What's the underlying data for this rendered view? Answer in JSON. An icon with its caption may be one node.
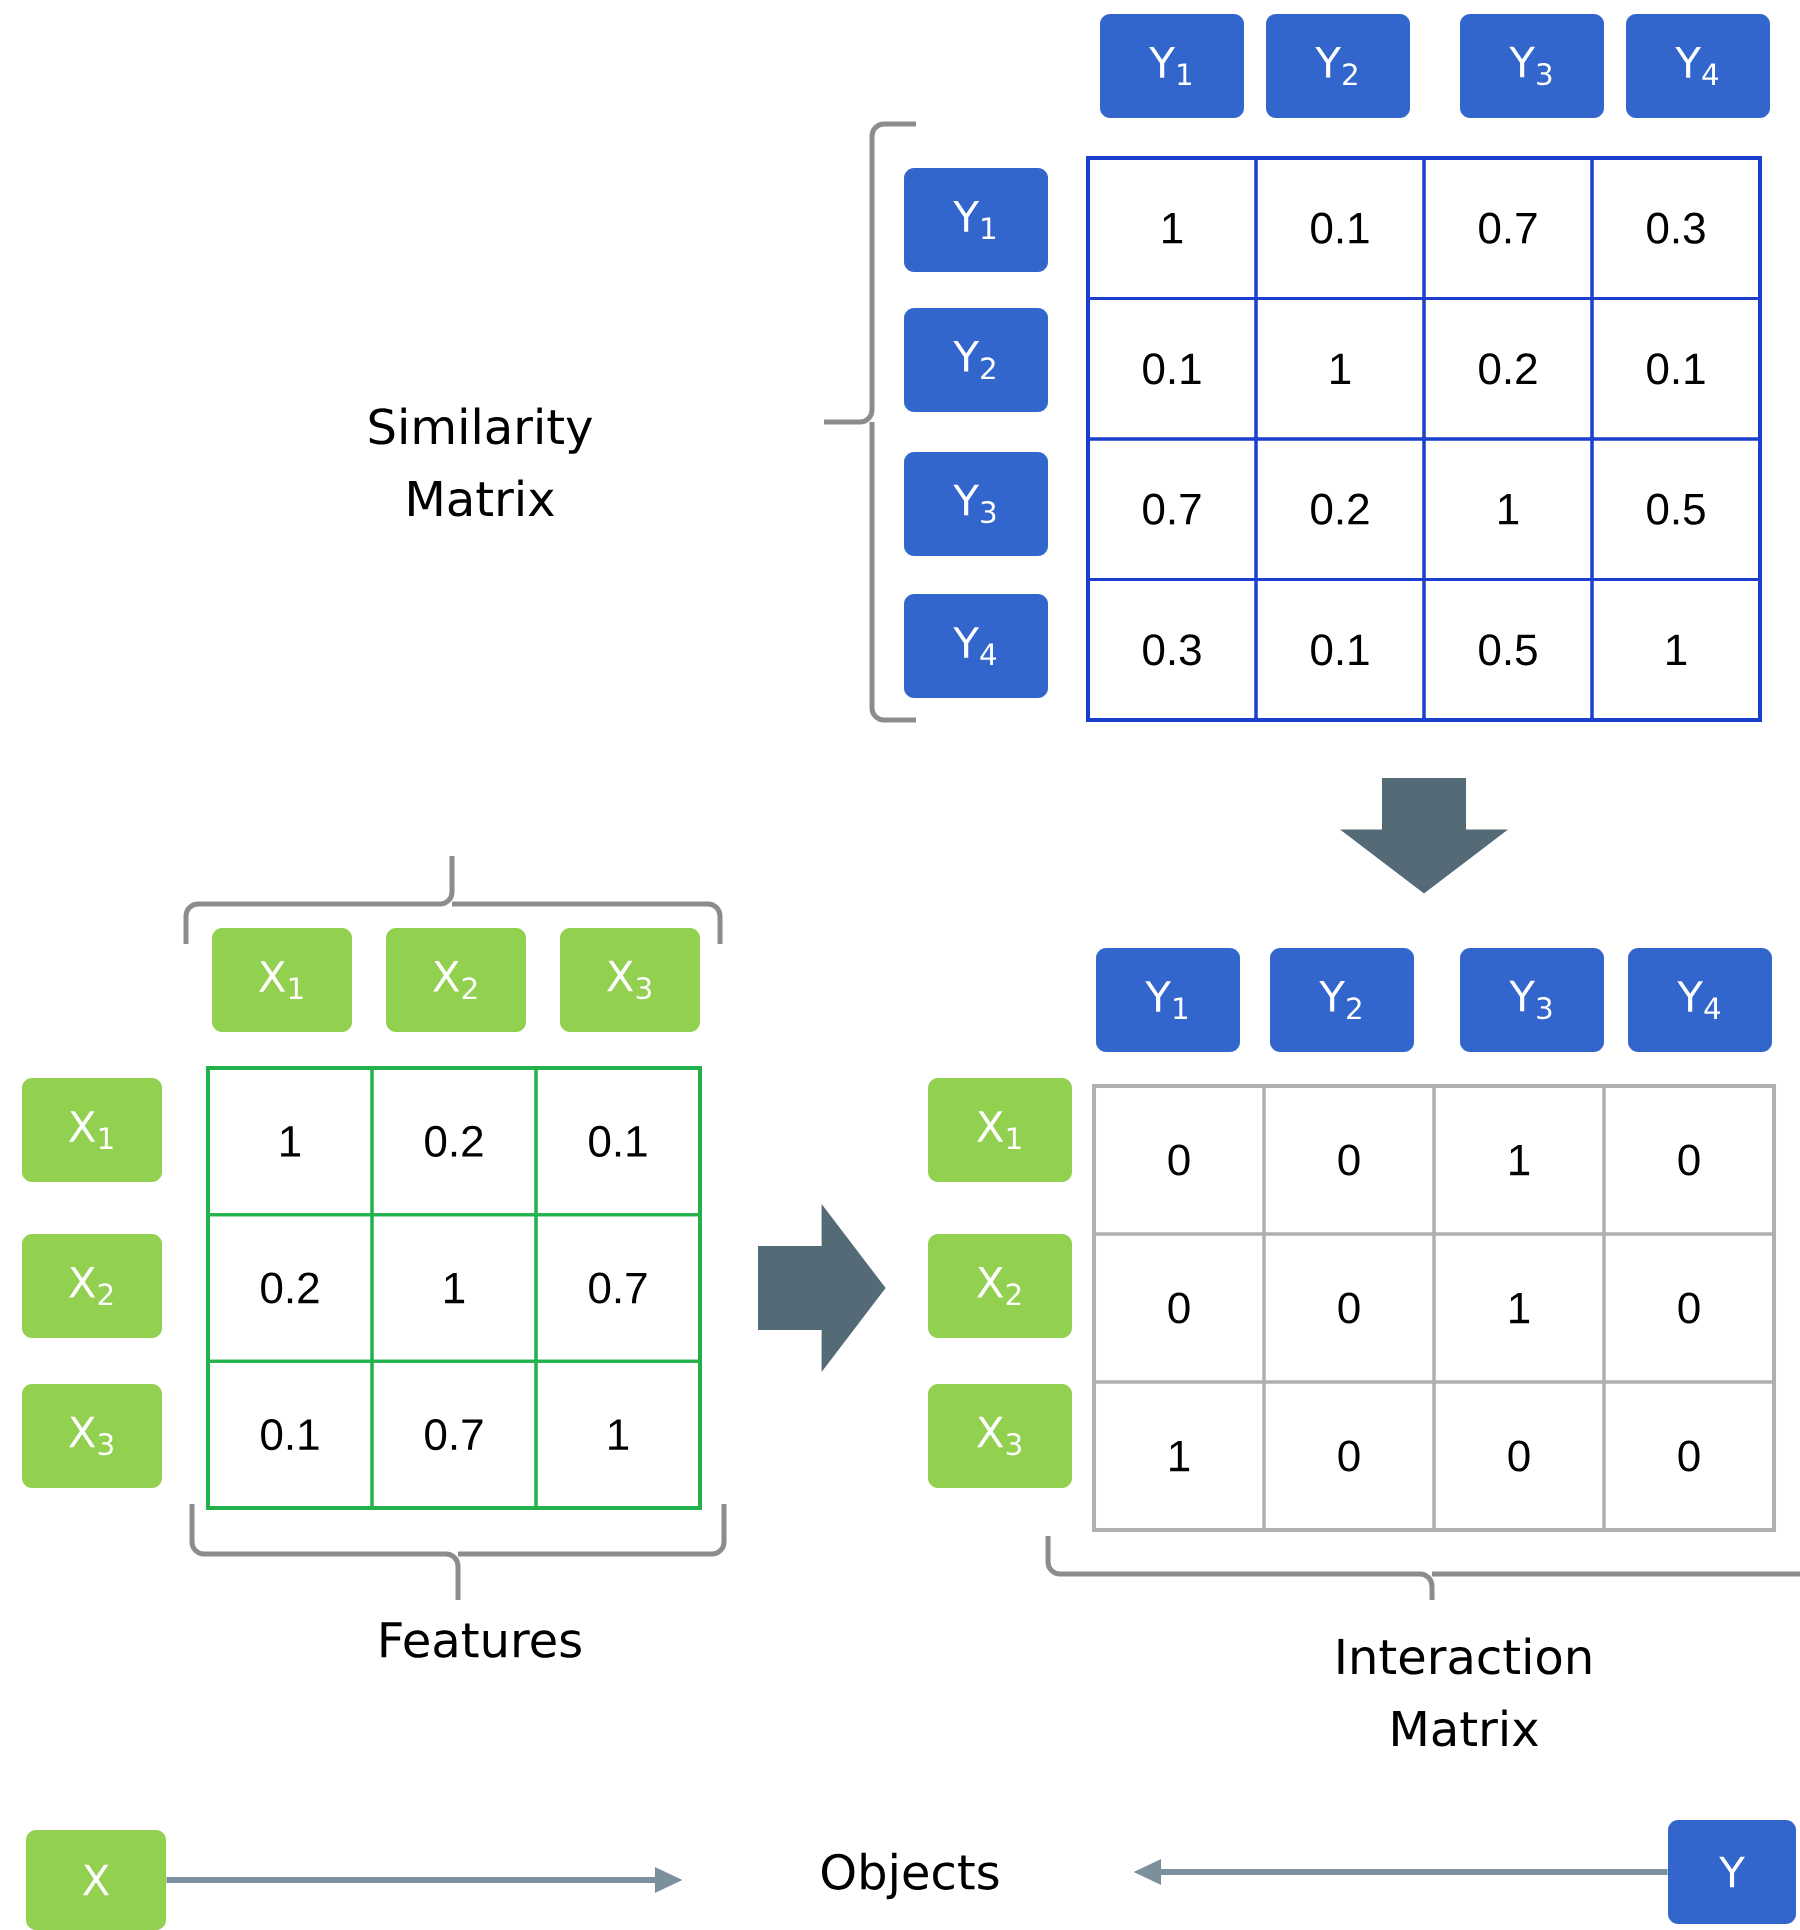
{
  "diagram": {
    "nodes": [
      {
        "text": [
          "Y$_{1}$"
        ]
      },
      {
        "text": [
          "Y$_{2}$"
        ]
      },
      {
        "text": [
          "Y$_{3}$"
        ]
      },
      {
        "text": [
          "Y$_{4}$"
        ]
      },
      {
        "text": [
          "Y$_{1}$"
        ]
      },
      {
        "text": [
          "Y$_{2}$"
        ]
      },
      {
        "text": [
          "Y$_{3}$"
        ]
      },
      {
        "text": [
          "Y$_{4}$"
        ]
      },
      {
        "text": [],
        "shape": "box"
      },
      {
        "text": [
          "X$_{1}$"
        ]
      },
      {
        "text": [
          "X$_{2}$"
        ]
      },
      {
        "text": [
          "X$_{3}$"
        ]
      },
      {
        "text": [
          "X$_{1}$"
        ]
      },
      {
        "text": [
          "X$_{2}$"
        ]
      },
      {
        "text": [
          "X$_{3}$"
        ]
      },
      {
        "text": [],
        "shape": "box",
        "beside": [
          "Features"
        ]
      },
      {
        "text": [
          "Y$_{1}$"
        ]
      },
      {
        "text": [
          "Y$_{2}$"
        ]
      },
      {
        "text": [
          "Y$_{3}$"
        ]
      },
      {
        "text": [
          "Y$_{4}$"
        ]
      },
      {
        "text": [
          "X$_{1}$"
        ]
      },
      {
        "text": [
          "X$_{2}$"
        ]
      },
      {
        "text": [
          "X$_{3}$"
        ]
      },
      {
        "text": [],
        "shape": "box",
        "beside": [
          "Interaction Matrix"
        ]
      },
      {
        "text": [
          "X"
        ]
      },
      {
        "text": [
          "Objects"
        ]
      },
      {
        "text": [
          "Y"
        ]
      }
    ],
    "edges": [
      {
        "from": 8,
        "to": 17,
        "arrow": "to",
        "style": "thick",
        "color": "#546a76"
      },
      {
        "from": 15,
        "to": 21,
        "arrow": "to",
        "style": "thick",
        "color": "#546a76"
      },
      {
        "from": 24,
        "to": 25,
        "arrow": "to"
      },
      {
        "from": 26,
        "to": 25,
        "arrow": "to"
      }
    ],
    "labels": [
      "Similarity Matrix",
      "1",
      "0.1",
      "0.7",
      "0.3",
      "0.1",
      "1",
      "0.2",
      "0.1",
      "0.7",
      "0.2",
      "1",
      "0.5",
      "0.3",
      "0.1",
      "0.5",
      "1",
      "1",
      "0.2",
      "0.1",
      "0.2",
      "1",
      "0.7",
      "0.1",
      "0.7",
      "1",
      "0",
      "0",
      "1",
      "0",
      "0",
      "0",
      "1",
      "0",
      "1",
      "0",
      "0",
      "0"
    ]
  }
}
